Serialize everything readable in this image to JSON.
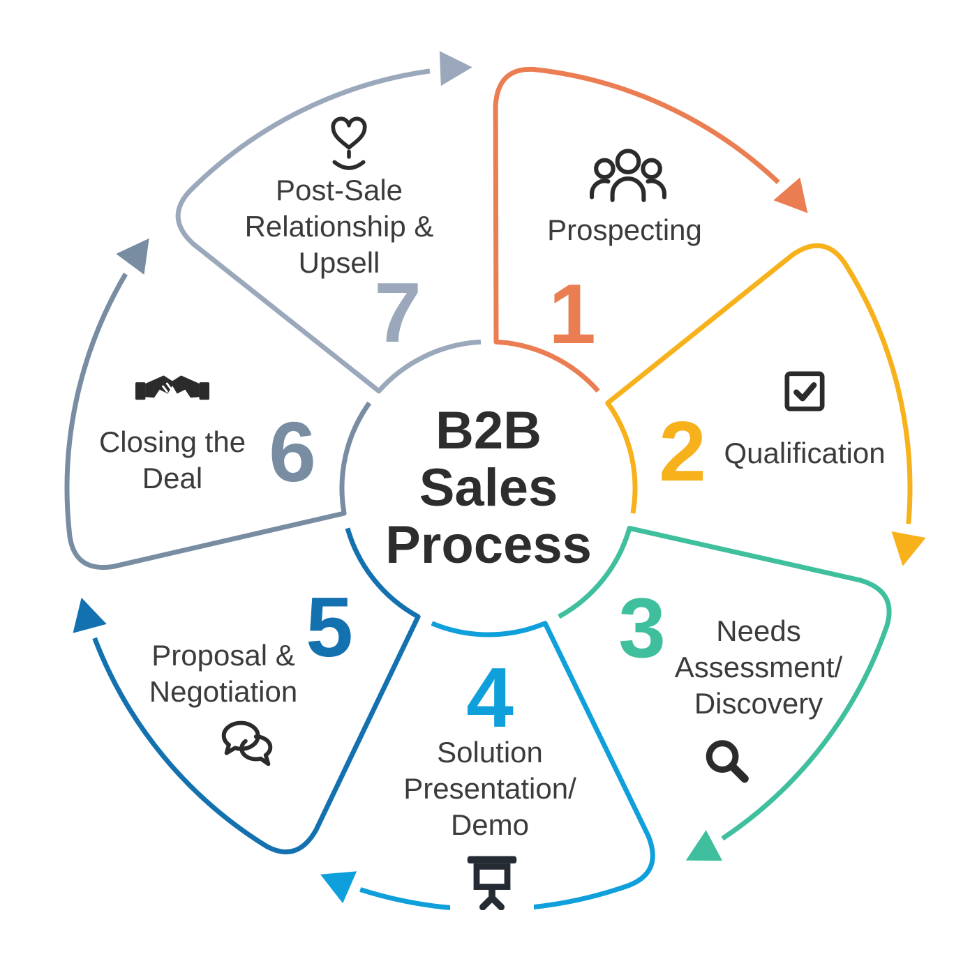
{
  "title": {
    "text": "B2B\nSales\nProcess",
    "color": "#2d2d2d"
  },
  "steps": [
    {
      "number": "1",
      "label": "Prospecting",
      "color": "#EB7D52",
      "icon": "people-group"
    },
    {
      "number": "2",
      "label": "Qualification",
      "color": "#F6B11B",
      "icon": "checkbox"
    },
    {
      "number": "3",
      "label": "Needs\nAssessment/\nDiscovery",
      "color": "#3FBF9D",
      "icon": "magnifier"
    },
    {
      "number": "4",
      "label": "Solution\nPresentation/\nDemo",
      "color": "#0FA0DC",
      "icon": "presentation-board",
      "icon_bg": "#ffffff"
    },
    {
      "number": "5",
      "label": "Proposal &\nNegotiation",
      "color": "#1471AF",
      "icon": "speech-bubbles"
    },
    {
      "number": "6",
      "label": "Closing the\nDeal",
      "color": "#788CA2",
      "icon": "handshake"
    },
    {
      "number": "7",
      "label": "Post-Sale\nRelationship &\nUpsell",
      "color": "#9BA8BB",
      "icon": "heart-in-hand"
    }
  ],
  "label_color": "#3B3B3B",
  "icon_color": "#2B2B2B",
  "presentation_icon_color": "#252B33",
  "background": "#ffffff"
}
